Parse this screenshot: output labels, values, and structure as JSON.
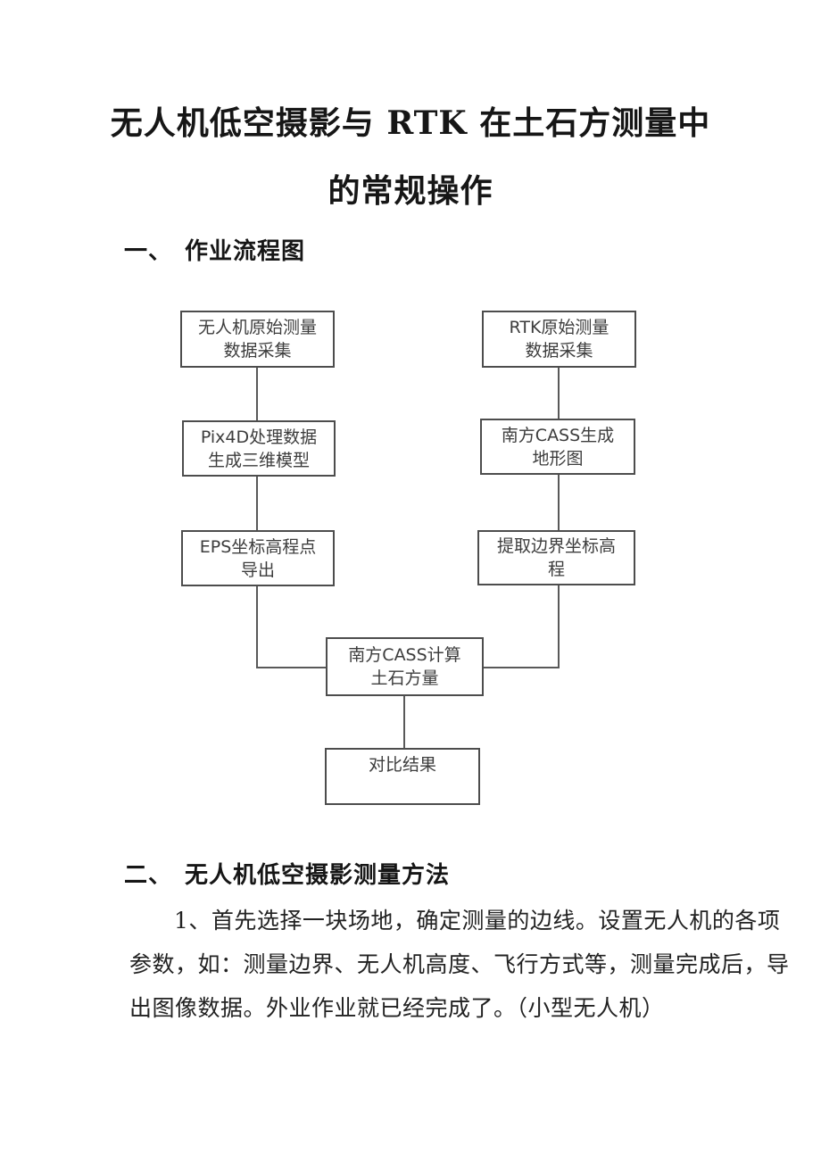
{
  "document": {
    "title_line1": "无人机低空摄影与 RTK 在土石方测量中",
    "title_line2": "的常规操作",
    "section1_heading": "一、　作业流程图",
    "section2_heading": "二、　无人机低空摄影测量方法",
    "paragraph_line1": "1、首先选择一块场地，确定测量的边线。设置无人机的各项",
    "paragraph_line2": "参数，如：测量边界、无人机高度、飞行方式等，测量完成后，导",
    "paragraph_line3": "出图像数据。外业作业就已经完成了。（小型无人机）"
  },
  "flowchart": {
    "boxes": {
      "uav_collect": {
        "line1": "无人机原始测量",
        "line2": "数据采集"
      },
      "rtk_collect": {
        "line1": "RTK原始测量",
        "line2": "数据采集"
      },
      "pix4d_model": {
        "line1": "Pix4D处理数据",
        "line2": "生成三维模型"
      },
      "cass_terrain": {
        "line1": "南方CASS生成",
        "line2": "地形图"
      },
      "eps_export": {
        "line1": "EPS坐标高程点",
        "line2": "导出"
      },
      "extract_boundary": {
        "line1": "提取边界坐标高",
        "line2": "程"
      },
      "cass_calc": {
        "line1": "南方CASS计算",
        "line2": "土石方量"
      },
      "compare_result": {
        "line1": "对比结果",
        "line2": ""
      }
    }
  },
  "colors": {
    "page_bg": "#ffffff",
    "title_text": "#161616",
    "box_border": "#4d4d4d",
    "box_text": "#3d3d3d",
    "connector": "#595959",
    "body_text": "#222222"
  }
}
